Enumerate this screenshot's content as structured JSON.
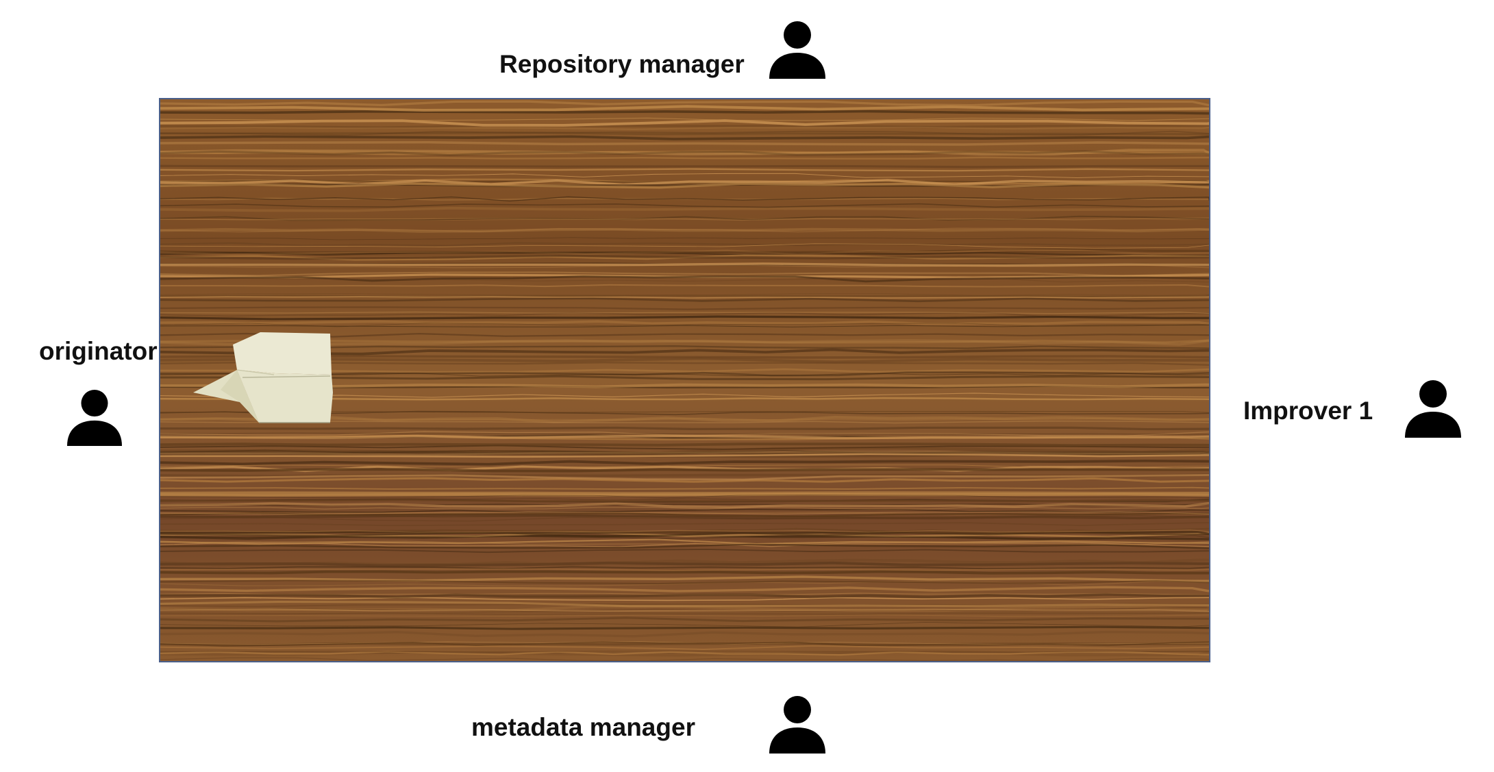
{
  "roles": {
    "repository_manager": "Repository manager",
    "originator": "originator",
    "improver": "Improver 1",
    "metadata_manager": "metadata manager"
  },
  "colors": {
    "icon": "#000000",
    "table_border": "#4a5f8a",
    "wood_base": "#8a5a2e",
    "wood_dark": "#4a2e14",
    "wood_light": "#c08a4a",
    "paper": "#e8e6cf"
  },
  "icons": {
    "person": "person-icon",
    "plane": "paper-plane-icon"
  }
}
